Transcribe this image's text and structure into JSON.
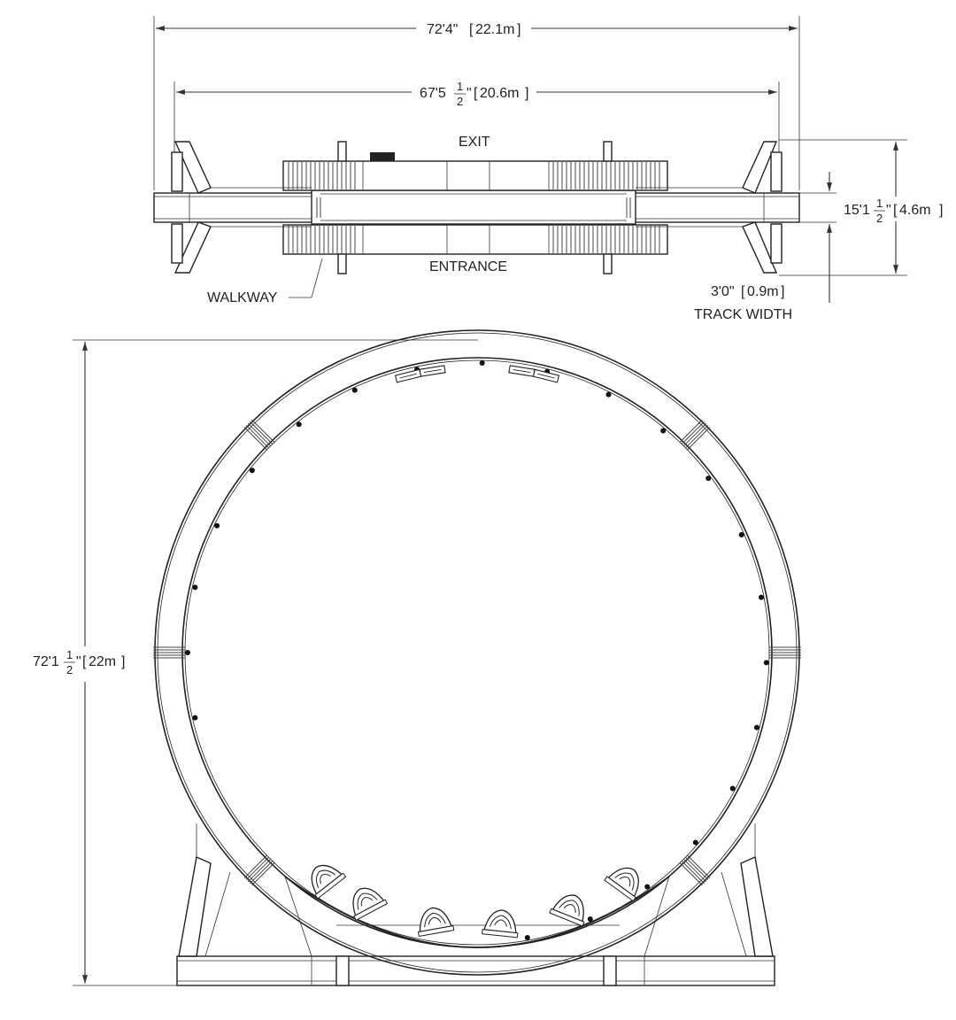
{
  "plan_view": {
    "overall_length": {
      "whole": "72'4\"",
      "metric": "22.1m"
    },
    "inner_length": {
      "whole": "67'5",
      "num": "1",
      "den": "2",
      "inch": "\"",
      "metric": "20.6m"
    },
    "overall_width": {
      "whole": "15'1",
      "num": "1",
      "den": "2",
      "inch": "\"",
      "metric": "4.6m"
    },
    "track_width": {
      "value": "3'0\"",
      "metric": "0.9m",
      "caption": "TRACK WIDTH"
    },
    "exit_label": "EXIT",
    "entrance_label": "ENTRANCE",
    "walkway_label": "WALKWAY"
  },
  "elevation_view": {
    "height": {
      "whole": "72'1",
      "num": "1",
      "den": "2",
      "inch": "\"",
      "metric": "22m"
    }
  }
}
